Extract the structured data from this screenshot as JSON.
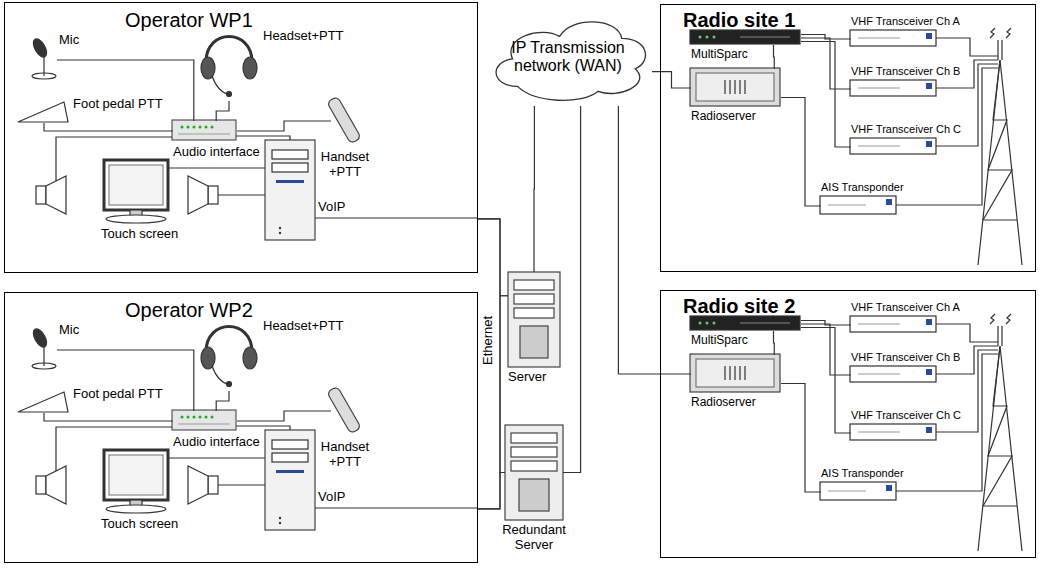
{
  "diagram": {
    "nodes": [
      {
        "text": [
          "Operator WP1"
        ]
      },
      {
        "text": [
          "Mic"
        ],
        "in": 0
      },
      {
        "text": [
          "Headset+PTT"
        ],
        "in": 0
      },
      {
        "text": [
          "Foot pedal PTT"
        ],
        "in": 0
      },
      {
        "text": [
          "Audio interface"
        ],
        "in": 0
      },
      {
        "text": [
          "Handset +PTT"
        ],
        "in": 0
      },
      {
        "text": [
          "Touch screen"
        ],
        "in": 0
      },
      {
        "text": [
          "Operator WP2"
        ]
      },
      {
        "text": [
          "Mic"
        ],
        "in": 7
      },
      {
        "text": [
          "Headset+PTT"
        ],
        "in": 7
      },
      {
        "text": [
          "Foot pedal PTT"
        ],
        "in": 7
      },
      {
        "text": [
          "Audio interface"
        ],
        "in": 7
      },
      {
        "text": [
          "Handset +PTT"
        ],
        "in": 7
      },
      {
        "text": [
          "Touch screen"
        ],
        "in": 7
      },
      {
        "text": [
          "IP Transmission network (WAN)"
        ]
      },
      {
        "text": [
          "Server"
        ]
      },
      {
        "text": [
          "Redundant Server"
        ]
      },
      {
        "text": [
          "Radio site 1"
        ]
      },
      {
        "text": [
          "MultiSparc"
        ],
        "in": 17
      },
      {
        "text": [
          "Radioserver"
        ],
        "in": 17
      },
      {
        "text": [
          "VHF Transceiver Ch A"
        ],
        "in": 17
      },
      {
        "text": [
          "VHF Transceiver Ch B"
        ],
        "in": 17
      },
      {
        "text": [
          "VHF Transceiver Ch C"
        ],
        "in": 17
      },
      {
        "text": [
          "AIS Transponder"
        ],
        "in": 17
      },
      {
        "text": [
          "Radio site 2"
        ]
      },
      {
        "text": [
          "MultiSparc"
        ],
        "in": 24
      },
      {
        "text": [
          "Radioserver"
        ],
        "in": 24
      },
      {
        "text": [
          "VHF Transceiver Ch A"
        ],
        "in": 24
      },
      {
        "text": [
          "VHF Transceiver Ch B"
        ],
        "in": 24
      },
      {
        "text": [
          "VHF Transceiver Ch C"
        ],
        "in": 24
      },
      {
        "text": [
          "AIS Transponder"
        ],
        "in": 24
      }
    ],
    "edges": [
      {
        "from": 1,
        "to": 4,
        "arrow": "none"
      },
      {
        "from": 2,
        "to": 4,
        "arrow": "none"
      },
      {
        "from": 3,
        "to": 4,
        "arrow": "none"
      },
      {
        "from": 5,
        "to": 4,
        "arrow": "none"
      },
      {
        "from": 8,
        "to": 11,
        "arrow": "none"
      },
      {
        "from": 9,
        "to": 11,
        "arrow": "none"
      },
      {
        "from": 10,
        "to": 11,
        "arrow": "none"
      },
      {
        "from": 12,
        "to": 11,
        "arrow": "none"
      },
      {
        "from": 0,
        "to": 15,
        "arrow": "none"
      },
      {
        "from": 0,
        "to": 16,
        "arrow": "none"
      },
      {
        "from": 7,
        "to": 15,
        "arrow": "none"
      },
      {
        "from": 7,
        "to": 16,
        "arrow": "none"
      },
      {
        "from": 15,
        "to": 14,
        "arrow": "none"
      },
      {
        "from": 16,
        "to": 14,
        "arrow": "none"
      },
      {
        "from": 14,
        "to": 19,
        "arrow": "none"
      },
      {
        "from": 14,
        "to": 26,
        "arrow": "none"
      },
      {
        "from": 19,
        "to": 18,
        "arrow": "none"
      },
      {
        "from": 18,
        "to": 20,
        "arrow": "none"
      },
      {
        "from": 18,
        "to": 21,
        "arrow": "none"
      },
      {
        "from": 18,
        "to": 22,
        "arrow": "none"
      },
      {
        "from": 19,
        "to": 23,
        "arrow": "none"
      },
      {
        "from": 26,
        "to": 25,
        "arrow": "none"
      },
      {
        "from": 25,
        "to": 27,
        "arrow": "none"
      },
      {
        "from": 25,
        "to": 28,
        "arrow": "none"
      },
      {
        "from": 25,
        "to": 29,
        "arrow": "none"
      },
      {
        "from": 26,
        "to": 30,
        "arrow": "none"
      }
    ],
    "labels": [
      "VoIP",
      "VoIP",
      "Ethernet"
    ]
  }
}
